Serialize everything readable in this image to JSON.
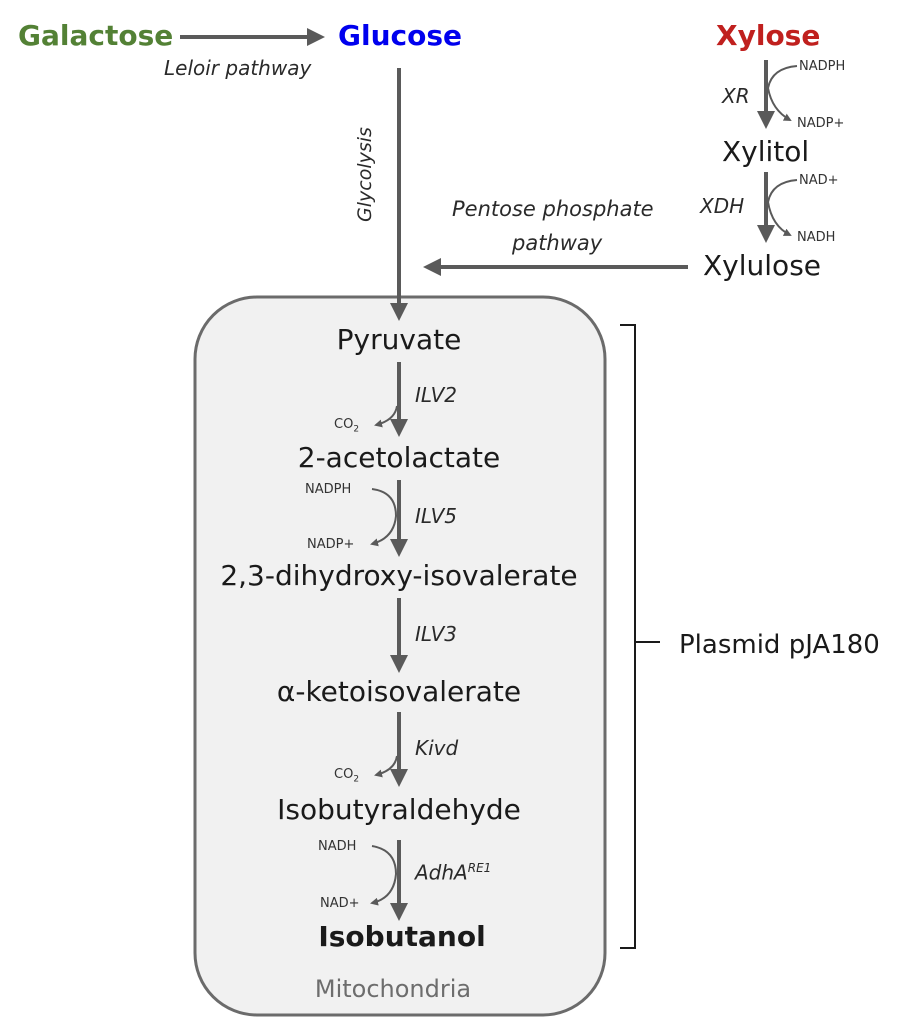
{
  "sources": {
    "galactose": {
      "label": "Galactose",
      "color": "#538135"
    },
    "glucose": {
      "label": "Glucose",
      "color": "#0000ee"
    },
    "xylose": {
      "label": "Xylose",
      "color": "#c0201e"
    }
  },
  "pathways": {
    "leloir": "Leloir pathway",
    "glycolysis": "Glycolysis",
    "pentose_line1": "Pentose phosphate",
    "pentose_line2": "pathway"
  },
  "xylose_branch": {
    "intermediates": [
      "Xylitol",
      "Xylulose"
    ],
    "steps": [
      {
        "enzyme": "XR",
        "cofactor_in": "NADPH",
        "cofactor_out": "NADP+"
      },
      {
        "enzyme": "XDH",
        "cofactor_in": "NAD+",
        "cofactor_out": "NADH"
      }
    ]
  },
  "mitochondria": {
    "label": "Mitochondria",
    "compounds": [
      "Pyruvate",
      "2-acetolactate",
      "2,3-dihydroxy-isovalerate",
      "α-ketoisovalerate",
      "Isobutyraldehyde",
      "Isobutanol"
    ],
    "steps": [
      {
        "enzyme": "ILV2",
        "cofactor_out": "CO",
        "cofactor_out_sub": "2"
      },
      {
        "enzyme": "ILV5",
        "cofactor_in": "NADPH",
        "cofactor_out": "NADP+"
      },
      {
        "enzyme": "ILV3"
      },
      {
        "enzyme": "Kivd",
        "cofactor_out": "CO",
        "cofactor_out_sub": "2"
      },
      {
        "enzyme": "AdhA",
        "enzyme_sup": "RE1",
        "cofactor_in": "NADH",
        "cofactor_out": "NAD+"
      }
    ]
  },
  "plasmid": {
    "label": "Plasmid pJA180"
  },
  "colors": {
    "arrow": "#5a5a5a",
    "box_fill": "#f1f1f1",
    "box_stroke": "#6b6b6b",
    "mito_text": "#6d6d6d"
  }
}
